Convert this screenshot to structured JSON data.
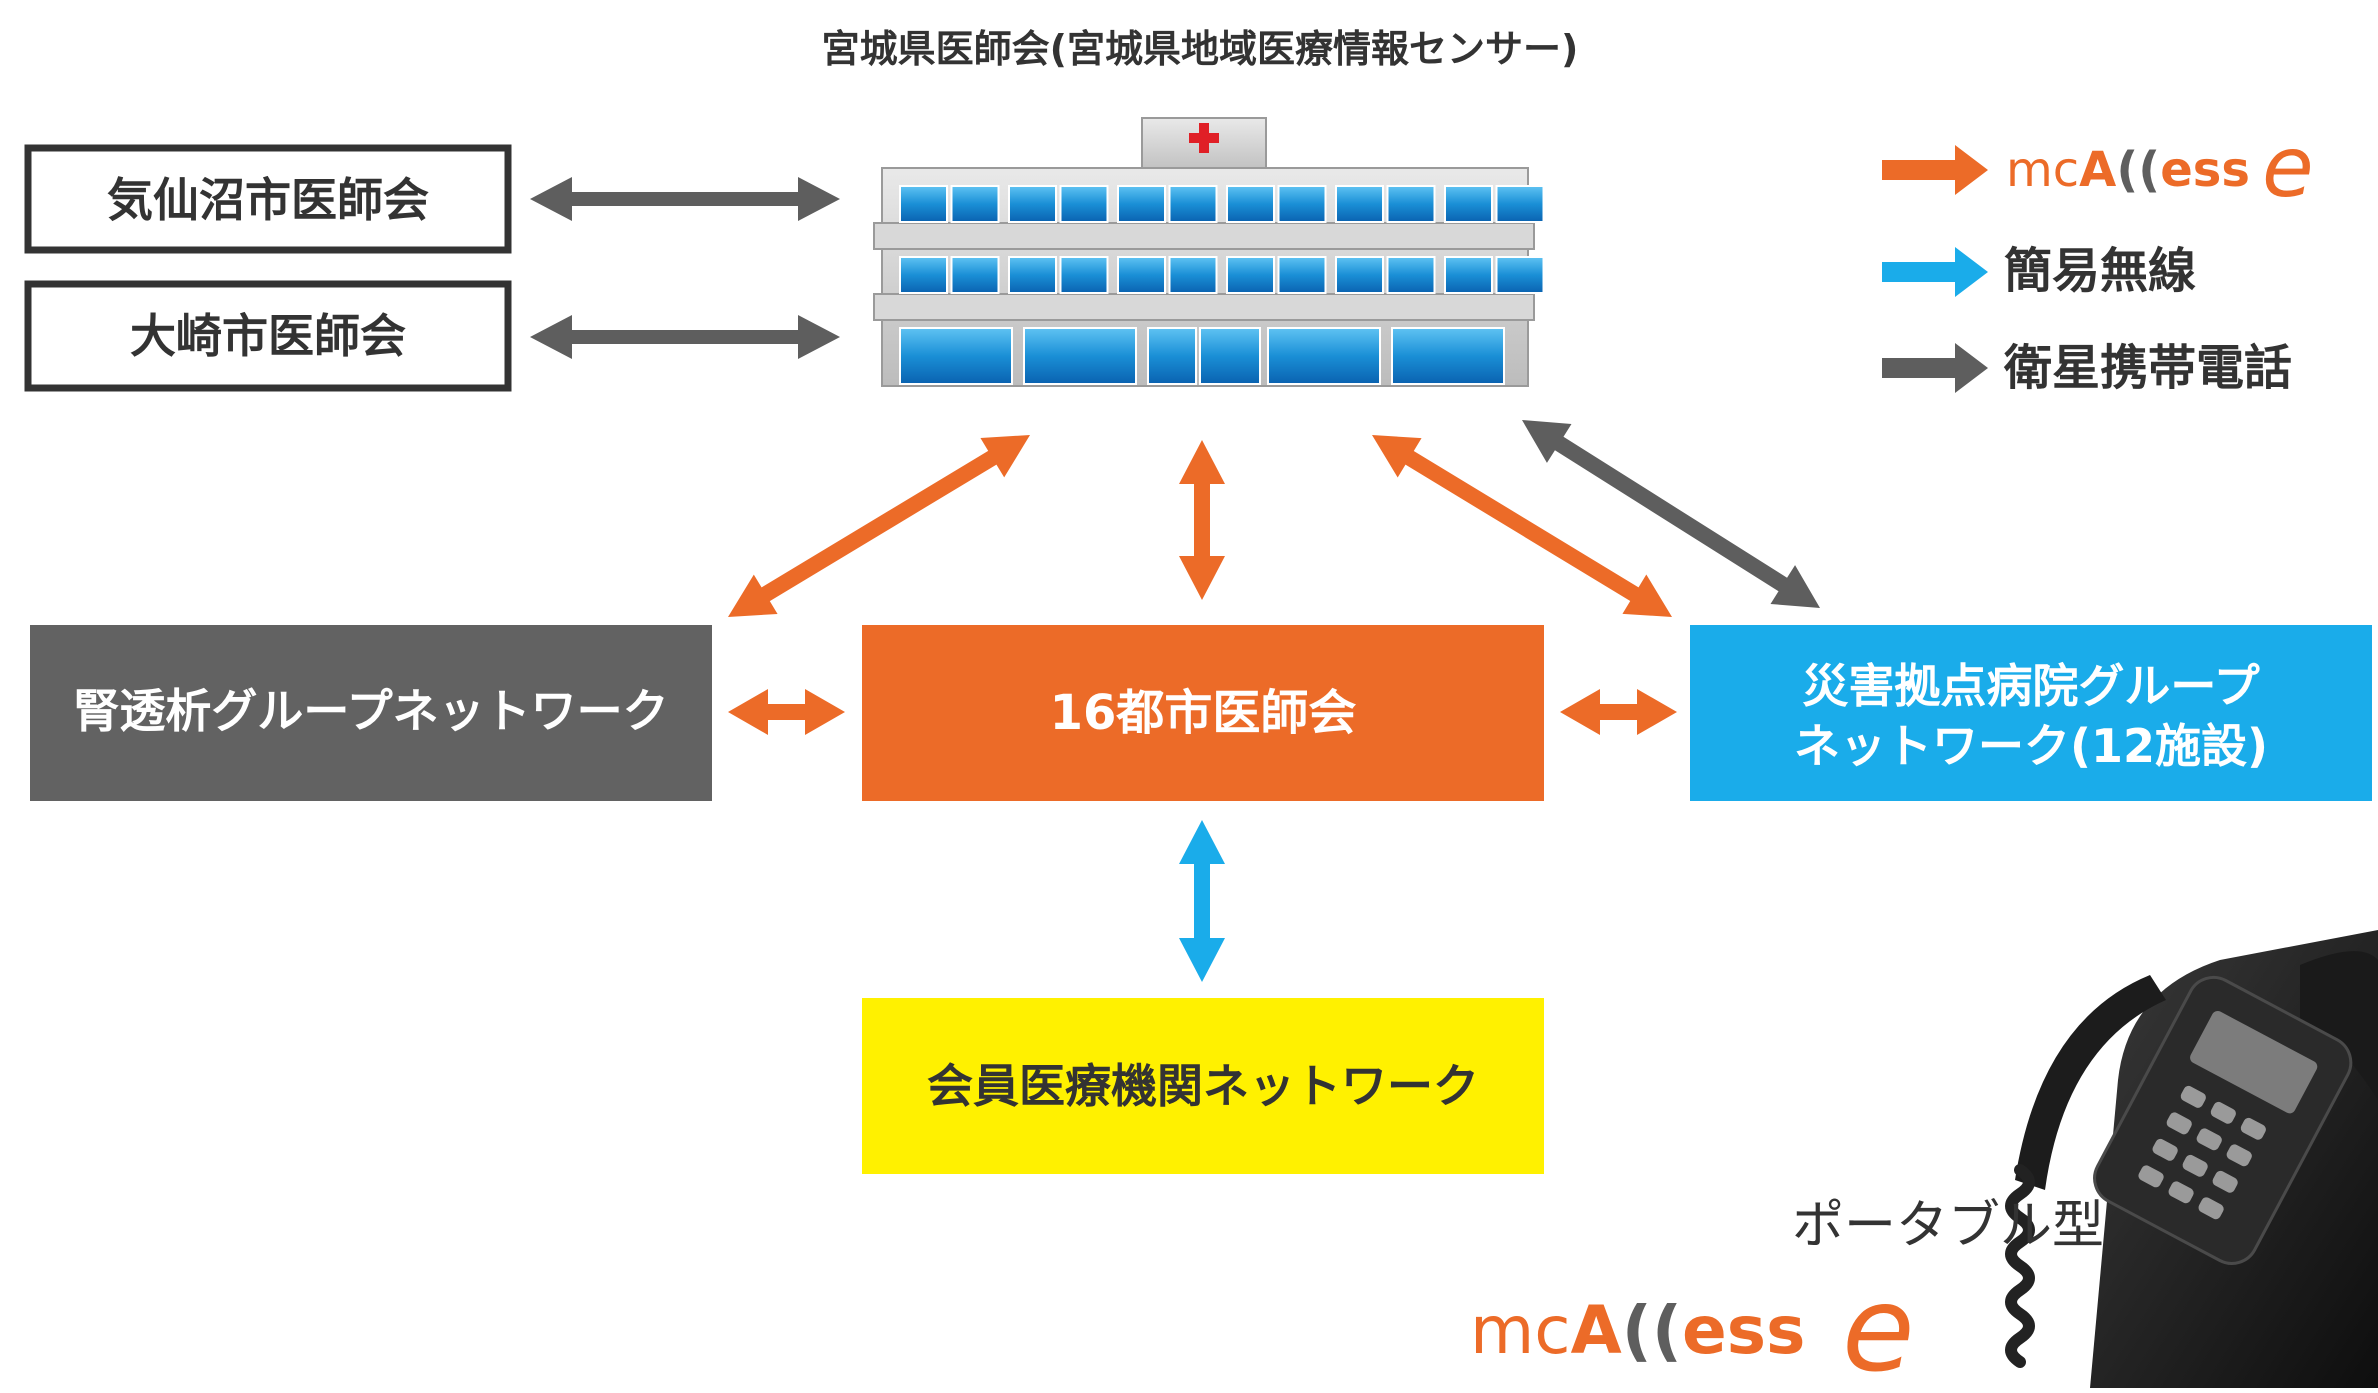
{
  "header": {
    "title": "宮城県医師会(宮城県地域医療情報センサー)"
  },
  "left_boxes": [
    {
      "label": "気仙沼市医師会"
    },
    {
      "label": "大崎市医師会"
    }
  ],
  "legend": [
    {
      "label": "mcAccess e",
      "logo_parts": [
        "mc",
        "A",
        "ess"
      ],
      "logo_e": "e",
      "color": "#ec6b28"
    },
    {
      "label": "簡易無線",
      "color": "#1aacea"
    },
    {
      "label": "衛星携帯電話",
      "color": "#5e5e5e"
    }
  ],
  "nodes": {
    "dialysis": {
      "label": "腎透析グループネットワーク",
      "color": "#626262"
    },
    "city16": {
      "label": "16都市医師会",
      "color": "#ec6b28"
    },
    "disaster": {
      "label_lines": [
        "災害拠点病院グループ",
        "ネットワーク(12施設)"
      ],
      "color": "#1aacea"
    },
    "members": {
      "label": "会員医療機関ネットワーク",
      "color": "#fff100"
    }
  },
  "device": {
    "caption": "ポータブル型",
    "logo_parts": [
      "mc",
      "A",
      "ess"
    ],
    "logo_e": "e"
  },
  "colors": {
    "orange": "#ec6b28",
    "blue": "#1aacea",
    "gray": "#5e5e5e",
    "cross": "#e01f26"
  }
}
